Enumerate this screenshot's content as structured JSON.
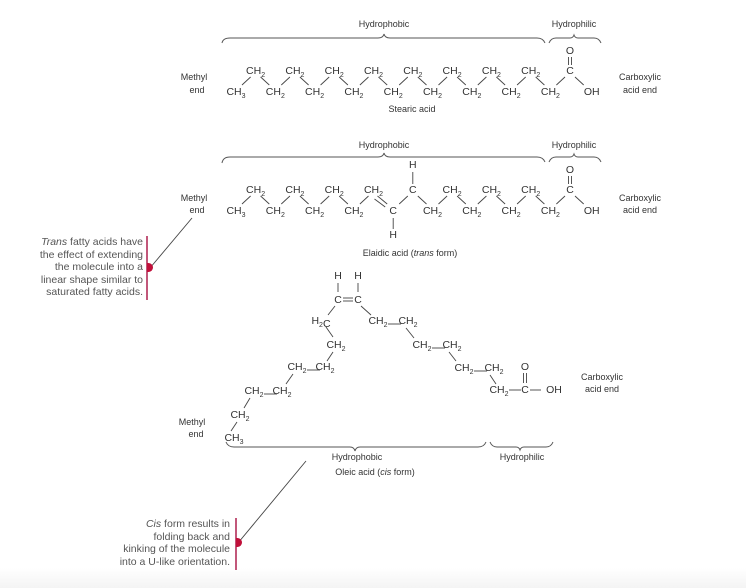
{
  "diagram": {
    "title": "Fatty acid structures: saturated, trans and cis",
    "common_labels": {
      "hydrophobic": "Hydrophobic",
      "hydrophilic": "Hydrophilic",
      "methyl_end_line1": "Methyl",
      "methyl_end_line2": "end",
      "carboxylic_end_line1": "Carboxylic",
      "carboxylic_end_line2": "acid end"
    },
    "stearic": {
      "name": "Stearic acid",
      "top_row": [
        "CH2",
        "CH2",
        "CH2",
        "CH2",
        "CH2",
        "CH2",
        "CH2",
        "CH2",
        "C"
      ],
      "bottom_row": [
        "CH3",
        "CH2",
        "CH2",
        "CH2",
        "CH2",
        "CH2",
        "CH2",
        "CH2",
        "CH2",
        "OH"
      ],
      "carbonyl_oxygen": "O"
    },
    "elaidic": {
      "name_main": "Elaidic acid (",
      "name_italic": "trans",
      "name_end": " form)",
      "top_row": [
        "CH2",
        "CH2",
        "CH2",
        "CH2",
        "C",
        "CH2",
        "CH2",
        "CH2",
        "C"
      ],
      "bottom_row": [
        "CH3",
        "CH2",
        "CH2",
        "CH2",
        "C",
        "CH2",
        "CH2",
        "CH2",
        "CH2",
        "OH"
      ],
      "hydrogen": "H",
      "carbonyl_oxygen": "O"
    },
    "oleic": {
      "name_main": "Oleic acid (",
      "name_italic": "cis",
      "name_end": " form)",
      "hydrogen": "H",
      "carbon": "C",
      "h2c": "H2C",
      "ch2": "CH2",
      "ch3": "CH3",
      "oh": "OH",
      "carbonyl_oxygen": "O"
    },
    "notes": {
      "trans": {
        "italic": "Trans",
        "lines": [
          " fatty acids have",
          "the effect of extending",
          "the molecule into a",
          "linear shape similar to",
          "saturated fatty acids."
        ]
      },
      "cis": {
        "italic": "Cis",
        "lines": [
          " form results in",
          "folding back and",
          "kinking of the molecule",
          "into a U-like orientation."
        ]
      }
    },
    "colors": {
      "accent_bar": "#c2577a",
      "accent_dot": "#c0103a",
      "text": "#333333"
    }
  }
}
